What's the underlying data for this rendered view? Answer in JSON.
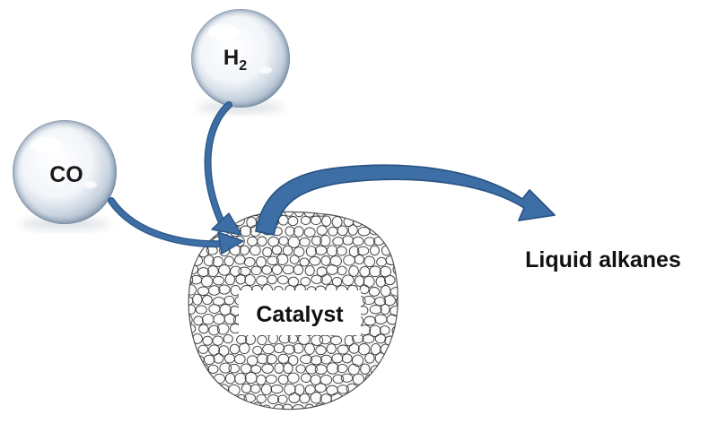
{
  "molecules": {
    "hydrogen": {
      "base": "H",
      "subscript": "2"
    },
    "carbon_monoxide": {
      "label": "CO"
    }
  },
  "catalyst": {
    "label": "Catalyst"
  },
  "product": {
    "label": "Liquid alkanes"
  },
  "colors": {
    "arrow": "#3d6fa6",
    "arrow_edge": "#2a5585",
    "sphere_highlight": "#ffffff",
    "sphere_shadow": "#8fa3b8",
    "lattice_stroke": "#3a3a3a",
    "text": "#111111"
  }
}
